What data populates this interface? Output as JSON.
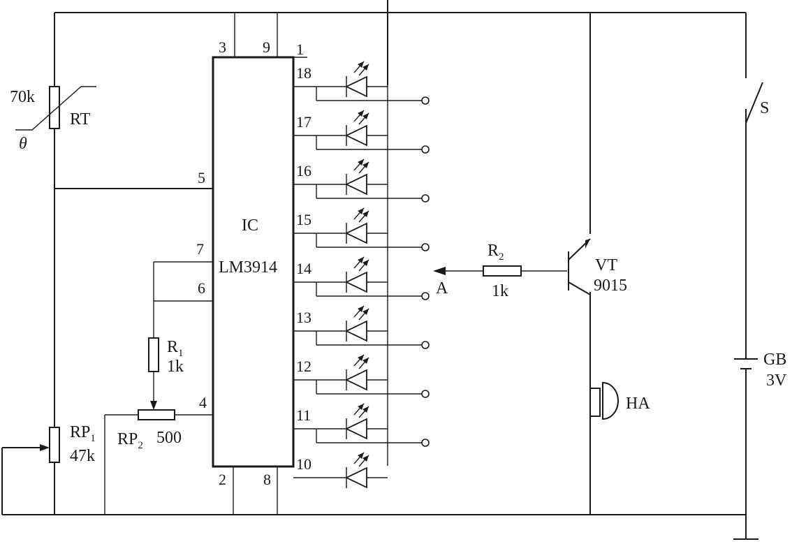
{
  "labels": {
    "thermistor_value": "70k",
    "thermistor_name": "RT",
    "theta": "θ",
    "ic_name": "IC",
    "ic_part": "LM3914",
    "r1_name": "R",
    "r1_sub": "1",
    "r1_value": "1k",
    "rp1_name": "RP",
    "rp1_sub": "1",
    "rp1_value": "47k",
    "rp2_name": "RP",
    "rp2_sub": "2",
    "rp2_value": "500",
    "r2_name": "R",
    "r2_sub": "2",
    "r2_value": "1k",
    "node_a": "A",
    "vt_name": "VT",
    "vt_part": "9015",
    "buzzer_name": "HA",
    "switch_name": "S",
    "battery_name": "GB",
    "battery_value": "3V"
  },
  "ic_pins": {
    "top": [
      "3",
      "9",
      "1"
    ],
    "left": [
      "5",
      "7",
      "6",
      "4"
    ],
    "bottom": [
      "2",
      "8"
    ],
    "right": [
      "18",
      "17",
      "16",
      "15",
      "14",
      "13",
      "12",
      "11",
      "10"
    ]
  }
}
